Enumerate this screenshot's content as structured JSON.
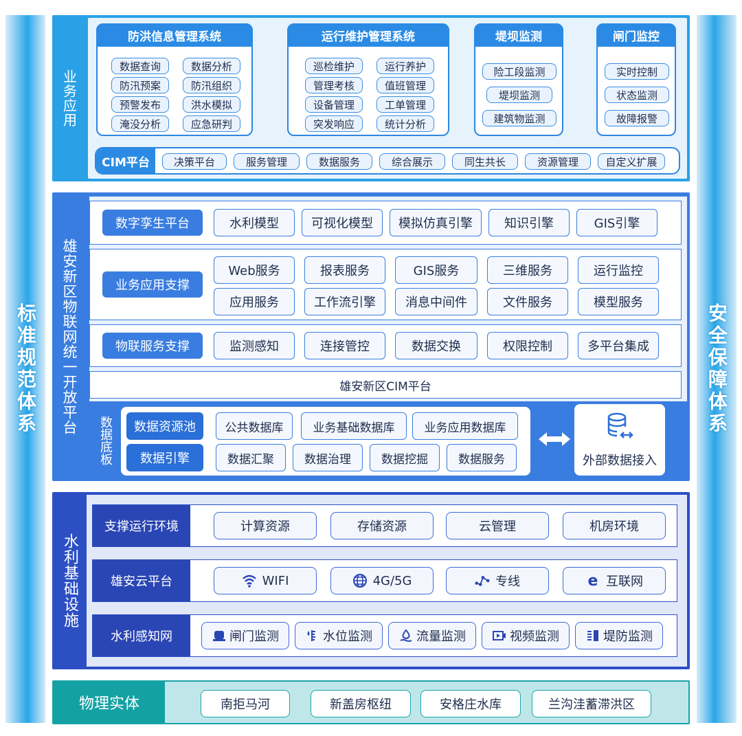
{
  "side": {
    "left": "标准规范体系",
    "right": "安全保障体系"
  },
  "layer1": {
    "title": "业务应用",
    "systems": [
      {
        "name": "防洪信息管理系统",
        "items": [
          "数据查询",
          "数据分析",
          "防汛预案",
          "防汛组织",
          "预警发布",
          "洪水模拟",
          "淹没分析",
          "应急研判"
        ]
      },
      {
        "name": "运行维护管理系统",
        "items": [
          "巡检维护",
          "运行养护",
          "管理考核",
          "值班管理",
          "设备管理",
          "工单管理",
          "突发响应",
          "统计分析"
        ]
      },
      {
        "name": "堤坝监测",
        "items": [
          "险工段监测",
          "堤坝监测",
          "建筑物监测"
        ]
      },
      {
        "name": "闸门监控",
        "items": [
          "实时控制",
          "状态监测",
          "故障报警"
        ]
      }
    ],
    "cim": {
      "label": "CIM平台",
      "items": [
        "决策平台",
        "服务管理",
        "数据服务",
        "综合展示",
        "同生共长",
        "资源管理",
        "自定义扩展"
      ]
    }
  },
  "layer2": {
    "title": "雄安新区物联网统一开放平台",
    "twin": {
      "label": "数字孪生平台",
      "items": [
        "水利模型",
        "可视化模型",
        "模拟仿真引擎",
        "知识引擎",
        "GIS引擎"
      ]
    },
    "app": {
      "label": "业务应用支撑",
      "items": [
        "Web服务",
        "报表服务",
        "GIS服务",
        "三维服务",
        "运行监控",
        "应用服务",
        "工作流引擎",
        "消息中间件",
        "文件服务",
        "模型服务"
      ]
    },
    "iot": {
      "label": "物联服务支撑",
      "items": [
        "监测感知",
        "连接管控",
        "数据交换",
        "权限控制",
        "多平台集成"
      ]
    },
    "cim_label": "雄安新区CIM平台",
    "db": {
      "title": "数据底板",
      "pool": {
        "label": "数据资源池",
        "items": [
          "公共数据库",
          "业务基础数据库",
          "业务应用数据库"
        ]
      },
      "engine": {
        "label": "数据引擎",
        "items": [
          "数据汇聚",
          "数据治理",
          "数据挖掘",
          "数据服务"
        ]
      },
      "external": "外部数据接入"
    }
  },
  "layer3": {
    "title": "水利基础设施",
    "env": {
      "label": "支撑运行环境",
      "items": [
        "计算资源",
        "存储资源",
        "云管理",
        "机房环境"
      ]
    },
    "cloud": {
      "label": "雄安云平台",
      "items": [
        {
          "text": "WIFI",
          "icon": "wifi-icon"
        },
        {
          "text": "4G/5G",
          "icon": "globe-icon"
        },
        {
          "text": "专线",
          "icon": "network-line-icon"
        },
        {
          "text": "互联网",
          "icon": "ie-icon"
        }
      ]
    },
    "sense": {
      "label": "水利感知网",
      "items": [
        {
          "text": "闸门监测",
          "icon": "gate-icon"
        },
        {
          "text": "水位监测",
          "icon": "water-level-icon"
        },
        {
          "text": "流量监测",
          "icon": "flow-icon"
        },
        {
          "text": "视频监测",
          "icon": "video-icon"
        },
        {
          "text": "堤防监测",
          "icon": "dike-icon"
        }
      ]
    }
  },
  "layer4": {
    "title": "物理实体",
    "items": [
      "南拒马河",
      "新盖房枢纽",
      "安格庄水库",
      "兰沟洼蓄滞洪区"
    ]
  }
}
